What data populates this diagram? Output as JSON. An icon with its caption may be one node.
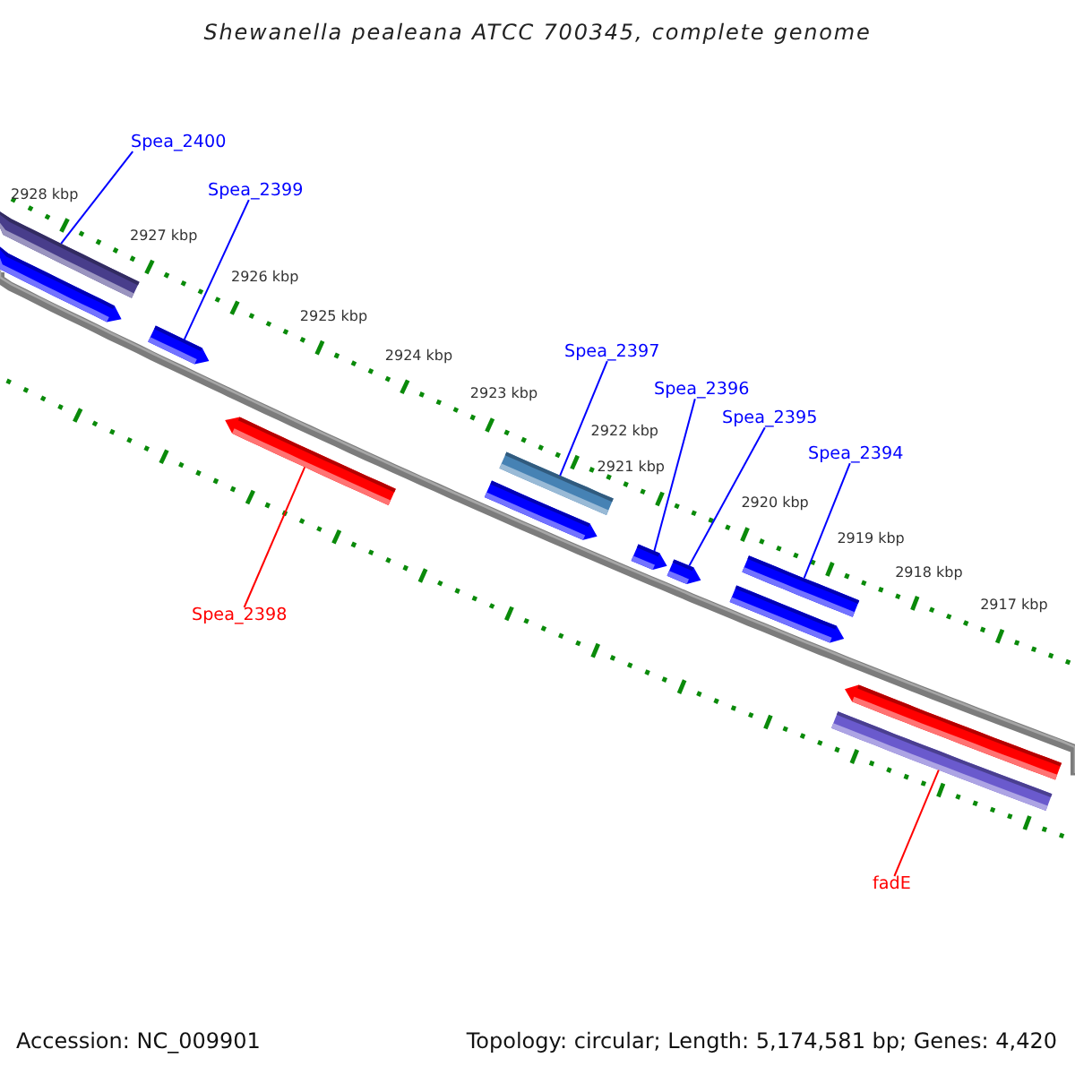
{
  "diagram": {
    "title": "Shewanella pealeana ATCC 700345, complete genome",
    "nodes": [
      {
        "text": [
          "Spea_2400"
        ]
      },
      {
        "text": [
          "Spea_2399"
        ]
      },
      {
        "text": [],
        "shape": "bar"
      },
      {
        "text": [],
        "shape": "pentagon"
      },
      {
        "text": [
          "Spea_2397"
        ]
      },
      {
        "text": [
          "Spea_2396"
        ]
      },
      {
        "text": [
          "Spea_2395"
        ]
      },
      {
        "text": [],
        "shape": "pentagon"
      },
      {
        "text": [
          "Spea_2394"
        ]
      },
      {
        "text": [],
        "shape": "bar"
      },
      {
        "text": [],
        "shape": "pentagon"
      },
      {
        "text": [],
        "shape": "bar"
      },
      {
        "text": [],
        "shape": "pentagon"
      },
      {
        "text": [
          "Spea_2398"
        ]
      },
      {
        "text": [],
        "shape": "bar"
      },
      {
        "text": [
          "fadE"
        ]
      }
    ],
    "edges": [
      {
        "from": 0,
        "to": 2,
        "arrow": "none"
      },
      {
        "from": 1,
        "to": 3,
        "arrow": "none"
      },
      {
        "from": 4,
        "to": 9,
        "arrow": "none"
      },
      {
        "from": 5,
        "to": 10,
        "arrow": "none"
      },
      {
        "from": 6,
        "to": 12,
        "arrow": "none"
      },
      {
        "from": 8,
        "to": 11,
        "arrow": "none"
      },
      {
        "from": 13,
        "to": 7,
        "arrow": "none",
        "color": "#ff0000"
      },
      {
        "from": 15,
        "to": 14,
        "arrow": "none",
        "color": "#ff0000"
      }
    ],
    "labels": [
      "2928 kbp",
      "2927 kbp",
      "2926 kbp",
      "2925 kbp",
      "2924 kbp",
      "2923 kbp",
      "2922 kbp",
      "2921 kbp",
      "2920 kbp",
      "2919 kbp",
      "2918 kbp",
      "2917 kbp",
      "Accession: NC_009901",
      "Topology: circular; Length: 5,174,581 bp; Genes: 4,420"
    ]
  }
}
